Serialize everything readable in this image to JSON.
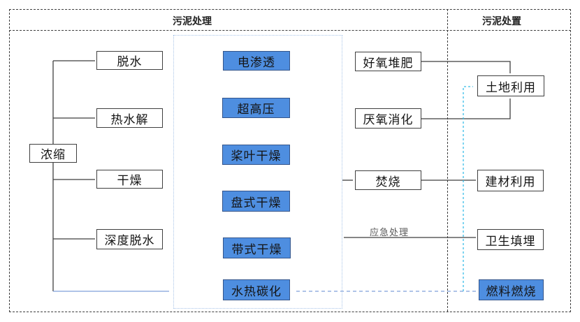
{
  "header": {
    "treatment_title": "污泥处理",
    "disposal_title": "污泥处置"
  },
  "nodes": {
    "thickening": "浓缩",
    "dewatering": "脱水",
    "thermal_hydrolysis": "热水解",
    "drying": "干燥",
    "deep_dewatering": "深度脱水",
    "electro_osmosis": "电渗透",
    "ultra_high_pressure": "超高压",
    "paddle_drying": "桨叶干燥",
    "disc_drying": "盘式干燥",
    "belt_drying": "带式干燥",
    "hydrothermal_carbonization": "水热碳化",
    "aerobic_composting": "好氧堆肥",
    "anaerobic_digestion": "厌氧消化",
    "incineration": "焚烧",
    "land_use": "土地利用",
    "building_material_use": "建材利用",
    "sanitary_landfill": "卫生填埋",
    "fuel_combustion": "燃料燃烧"
  },
  "edge_labels": {
    "emergency": "应急处理"
  },
  "colors": {
    "line": "#3f3f3f",
    "accent_fill": "#4E8EE0",
    "accent_border": "#34558B",
    "solid_blue": "#7F9FD9",
    "dashed_blue": "#7F9FD9",
    "dashed_cyan": "#38BDE8"
  }
}
